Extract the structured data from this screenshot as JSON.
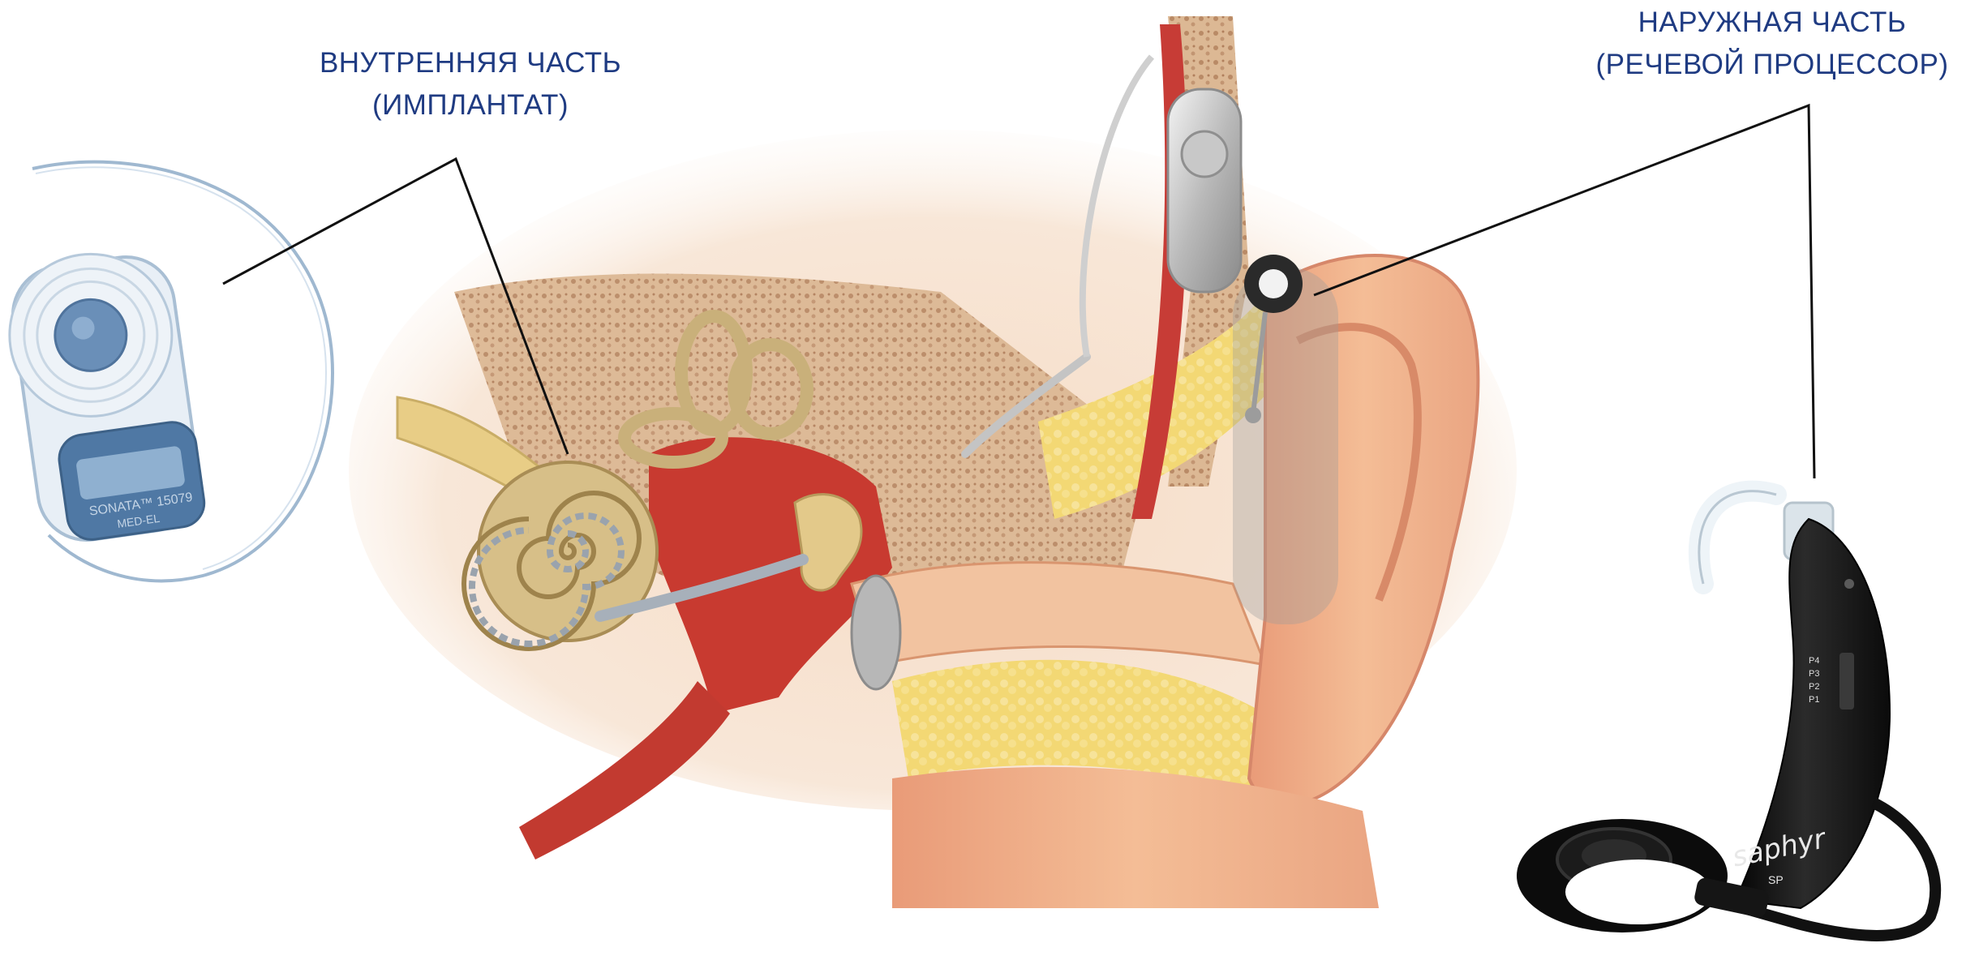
{
  "labels": {
    "internal": {
      "line1": "ВНУТРЕННЯЯ ЧАСТЬ",
      "line2": "(ИМПЛАНТАТ)"
    },
    "external": {
      "line1": "НАРУЖНАЯ ЧАСТЬ",
      "line2": "(РЕЧЕВОЙ ПРОЦЕССОР)"
    }
  },
  "implant": {
    "engraving_line1": "SONATA™ 15079",
    "engraving_line2": "MED-EL"
  },
  "processor": {
    "brand": "saphyr",
    "model": "SP",
    "program_marks": [
      "P4",
      "P3",
      "P2",
      "P1"
    ]
  },
  "colors": {
    "label_text": "#1f3b82",
    "leader_line": "#111111",
    "skin": "#f0b48c",
    "skin_shadow": "#d98a66",
    "bone": "#d9bc98",
    "bone_spongy": "#c9a27e",
    "fat": "#f2d36b",
    "cochlea": "#c9b07a",
    "canal_red": "#c93c32",
    "implant_blue": "#6a8fb8",
    "processor_black": "#151515"
  }
}
